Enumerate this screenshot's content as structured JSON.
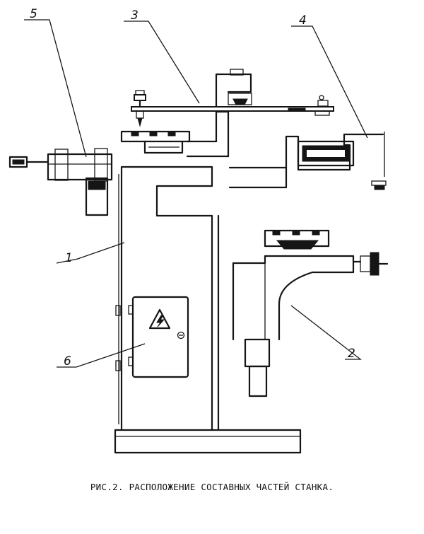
{
  "figure": {
    "callouts": [
      {
        "id": "1",
        "label": "1"
      },
      {
        "id": "2",
        "label": "2"
      },
      {
        "id": "3",
        "label": "3"
      },
      {
        "id": "4",
        "label": "4"
      },
      {
        "id": "5",
        "label": "5"
      },
      {
        "id": "6",
        "label": "6"
      }
    ],
    "caption": "РИС.2. РАСПОЛОЖЕНИЕ СОСТАВНЫХ ЧАСТЕЙ СТАНКА."
  }
}
